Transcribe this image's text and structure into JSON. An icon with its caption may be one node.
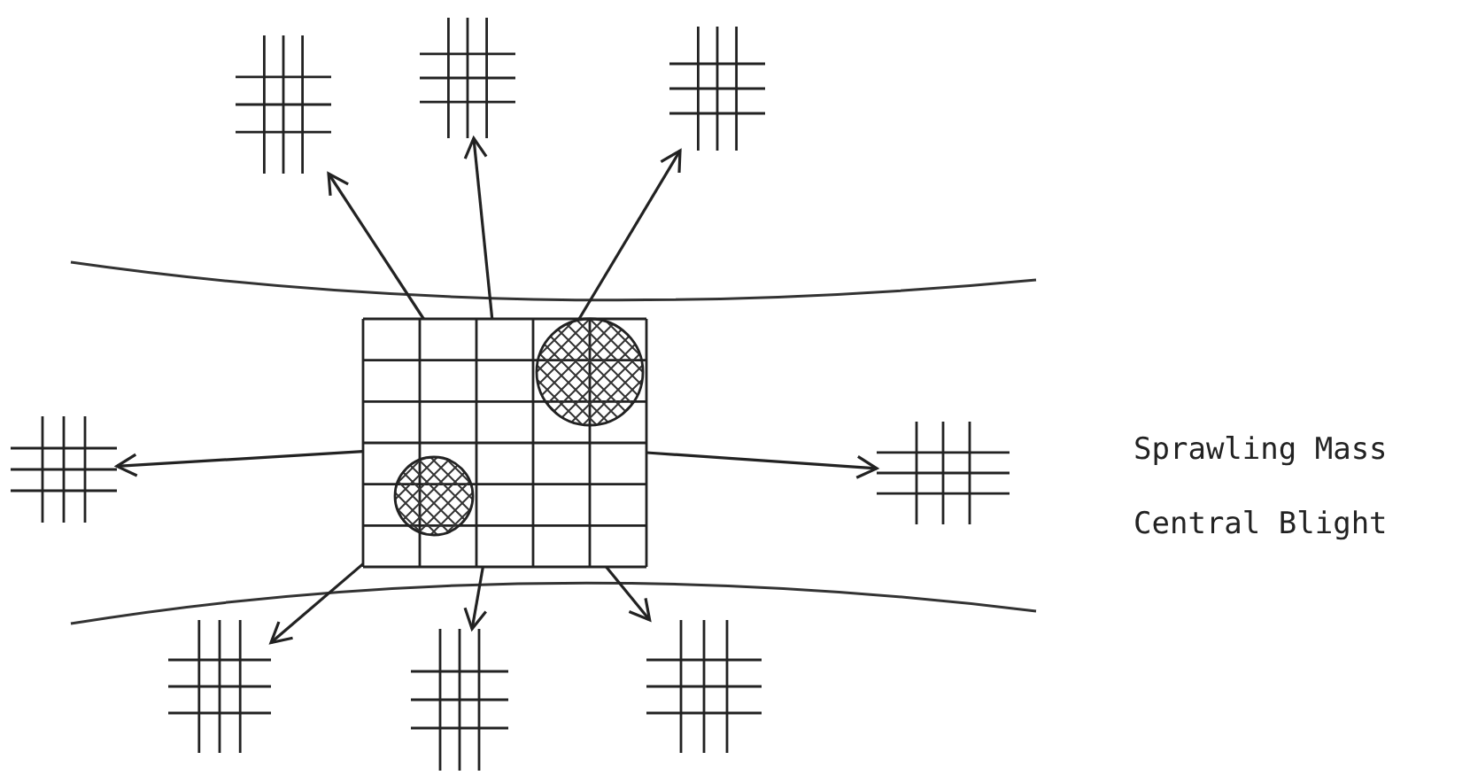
{
  "diagram": {
    "nodes": [
      {
        "text": [],
        "shape": "grid"
      },
      {
        "text": [],
        "shape": "grid"
      },
      {
        "text": [],
        "shape": "grid"
      },
      {
        "text": [],
        "shape": "grid"
      },
      {
        "text": [],
        "shape": "grid"
      },
      {
        "text": [],
        "shape": "grid"
      },
      {
        "text": [],
        "shape": "grid"
      },
      {
        "text": [],
        "shape": "grid"
      },
      {
        "text": [],
        "shape": "grid"
      }
    ],
    "edges": [
      {
        "from": 0,
        "to": 1,
        "arrow": "to"
      },
      {
        "from": 0,
        "to": 2,
        "arrow": "to"
      },
      {
        "from": 0,
        "to": 3,
        "arrow": "to"
      },
      {
        "from": 0,
        "to": 4,
        "arrow": "to"
      },
      {
        "from": 0,
        "to": 5,
        "arrow": "to"
      },
      {
        "from": 0,
        "to": 6,
        "arrow": "to"
      },
      {
        "from": 0,
        "to": 7,
        "arrow": "to"
      },
      {
        "from": 0,
        "to": 8,
        "arrow": "to"
      }
    ],
    "labels": [
      "Sprawling Mass",
      "Central Blight"
    ]
  }
}
